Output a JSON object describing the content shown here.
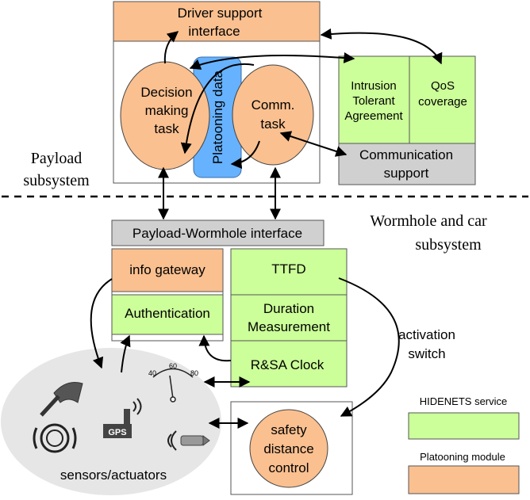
{
  "payload": {
    "driver_support_line1": "Driver support",
    "driver_support_line2": "interface",
    "decision_line1": "Decision",
    "decision_line2": "making",
    "decision_line3": "task",
    "platooning_data": "Platooning data",
    "comm_line1": "Comm.",
    "comm_line2": "task",
    "intrusion_line1": "Intrusion",
    "intrusion_line2": "Tolerant",
    "intrusion_line3": "Agreement",
    "qos_line1": "QoS",
    "qos_line2": "coverage",
    "comm_support_line1": "Communication",
    "comm_support_line2": "support",
    "payload_label_line1": "Payload",
    "payload_label_line2": "subsystem"
  },
  "wormhole": {
    "label_line1": "Wormhole and car",
    "label_line2": "subsystem",
    "interface": "Payload-Wormhole interface",
    "info_gateway": "info gateway",
    "authentication": "Authentication",
    "ttfd": "TTFD",
    "duration_line1": "Duration",
    "duration_line2": "Measurement",
    "clock": "R&SA Clock",
    "activation_line1": "activation",
    "activation_line2": "switch",
    "safety_line1": "safety",
    "safety_line2": "distance",
    "safety_line3": "control"
  },
  "sensors": {
    "label": "sensors/actuators",
    "gps": "GPS",
    "gauge_40": "40",
    "gauge_60": "60",
    "gauge_80": "80"
  },
  "legend": {
    "hidenets": "HIDENETS service",
    "platooning": "Platooning module"
  },
  "colors": {
    "orange": "#FAC090",
    "green": "#CCFF99",
    "gray": "#D0D0D0",
    "blue": "#66B2FF",
    "sensor_bg": "#E6E6E6"
  }
}
